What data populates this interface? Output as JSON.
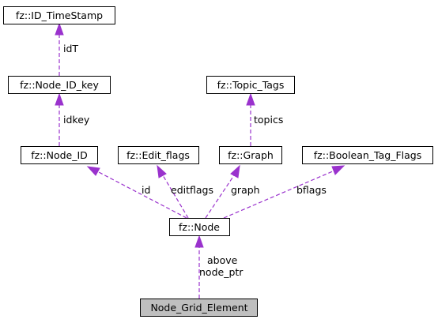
{
  "nodes": {
    "timestamp": "fz::ID_TimeStamp",
    "node_id_key": "fz::Node_ID_key",
    "topic_tags": "fz::Topic_Tags",
    "node_id": "fz::Node_ID",
    "edit_flags": "fz::Edit_flags",
    "graph": "fz::Graph",
    "boolean_tag_flags": "fz::Boolean_Tag_Flags",
    "node": "fz::Node",
    "node_grid_element": "Node_Grid_Element"
  },
  "edges": {
    "idT": "idT",
    "idkey": "idkey",
    "topics": "topics",
    "id": "id",
    "editflags": "editflags",
    "graph": "graph",
    "bflags": "bflags",
    "above": "above",
    "node_ptr": "node_ptr"
  },
  "colors": {
    "edge": "#9a32cd",
    "root_fill": "#bfbfbf",
    "box_stroke": "#000000"
  }
}
